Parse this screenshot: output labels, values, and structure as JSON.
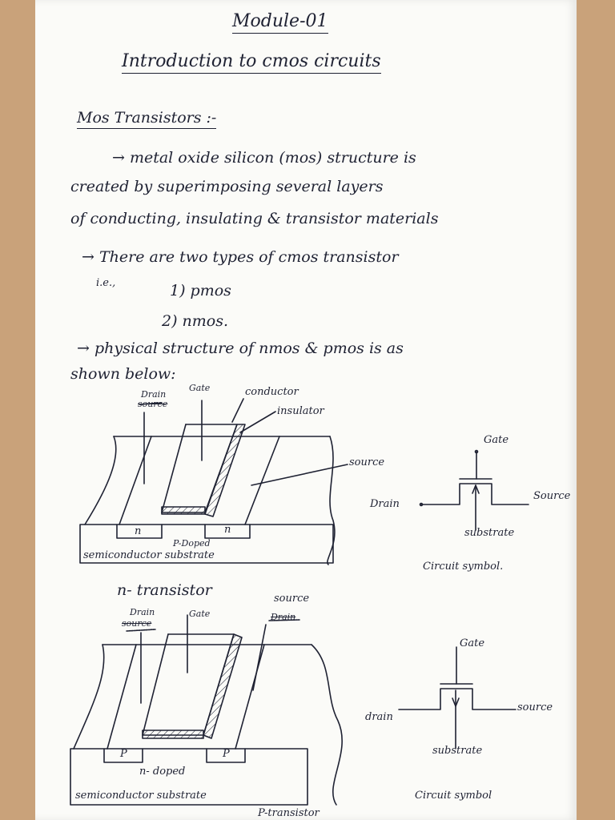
{
  "page": {
    "module_title": "Module-01",
    "subtitle": "Introduction to cmos circuits",
    "section_heading": "Mos Transistors :-",
    "lines": [
      "→ metal oxide silicon (mos) structure is",
      "created by superimposing several layers",
      "of conducting, insulating & transistor materials",
      "→ There are two types of cmos transistor",
      "i.e.,",
      "1) pmos",
      "2) nmos.",
      "→ physical structure of nmos & pmos is as",
      "shown below:"
    ]
  },
  "diagram_n": {
    "labels": {
      "drain": "Drain",
      "drain_struck": "source",
      "gate": "Gate",
      "conductor": "conductor",
      "insulator": "insulator",
      "source": "source",
      "n_left": "n",
      "n_right": "n",
      "doped": "P-Doped",
      "substrate": "semiconductor substrate",
      "caption": "n- transistor"
    },
    "symbol": {
      "gate": "Gate",
      "drain": "Drain",
      "source": "Source",
      "substrate": "substrate",
      "caption": "Circuit symbol."
    }
  },
  "diagram_p": {
    "labels": {
      "drain": "Drain",
      "drain_struck": "source",
      "gate": "Gate",
      "source": "source",
      "source_struck": "Drain",
      "p_left": "P",
      "p_right": "P",
      "doped": "n- doped",
      "substrate": "semiconductor substrate",
      "caption": "P-transistor"
    },
    "symbol": {
      "gate": "Gate",
      "drain": "drain",
      "source": "source",
      "substrate": "substrate",
      "caption": "Circuit symbol"
    }
  }
}
